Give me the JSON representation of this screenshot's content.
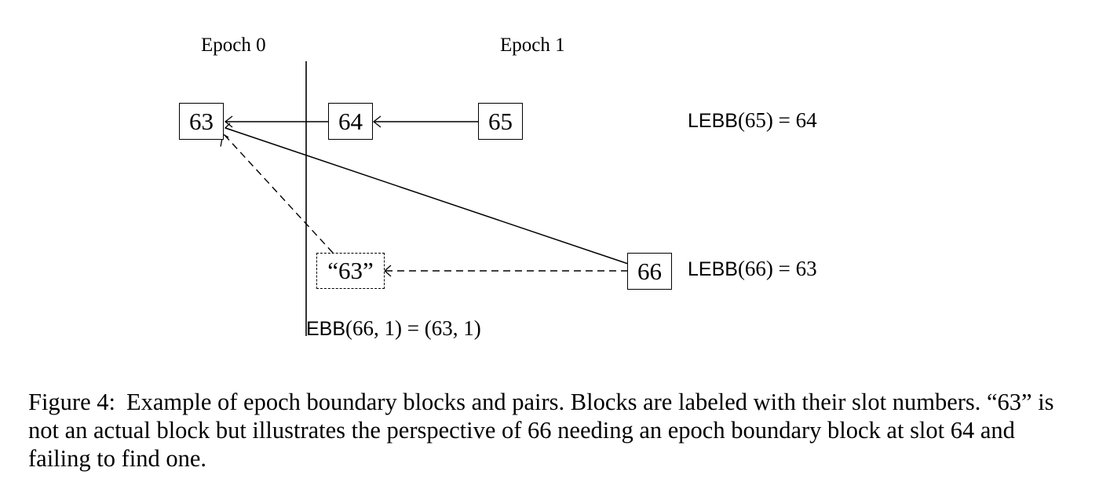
{
  "epochs": {
    "epoch0": "Epoch 0",
    "epoch1": "Epoch 1"
  },
  "blocks": {
    "b63": "63",
    "b64": "64",
    "b65": "65",
    "b66": "66",
    "phantom63": "“63”"
  },
  "annotations": {
    "lebb65": {
      "fn": "LEBB",
      "args": "(65) = 64"
    },
    "lebb66": {
      "fn": "LEBB",
      "args": "(66) = 63"
    },
    "ebb": {
      "fn": "EBB",
      "args": "(66, 1) = (63, 1)"
    }
  },
  "caption": {
    "label": "Figure 4:",
    "text": "Example of epoch boundary blocks and pairs. Blocks are labeled with their slot numbers. “63” is not an actual block but illustrates the perspective of 66 needing an epoch boundary block at slot 64 and failing to find one."
  }
}
